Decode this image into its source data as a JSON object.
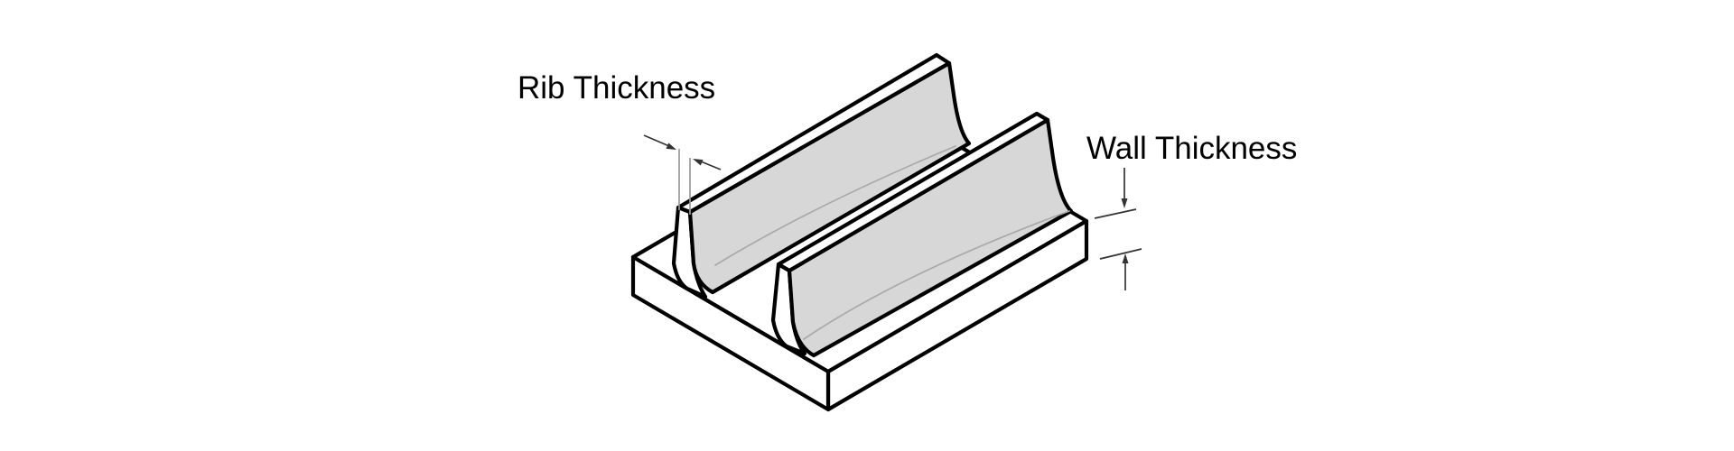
{
  "diagram": {
    "type": "isometric-part-illustration",
    "subject": "ribbed-plate-cross-section",
    "labels": {
      "rib": "Rib Thickness",
      "wall": "Wall Thickness"
    },
    "colors": {
      "outline": "#000000",
      "shaded_face": "#d7d7d7",
      "fillet_line": "#a9a9a9",
      "extension_line": "#999999",
      "dimension_line": "#333333",
      "background": "#ffffff"
    }
  }
}
